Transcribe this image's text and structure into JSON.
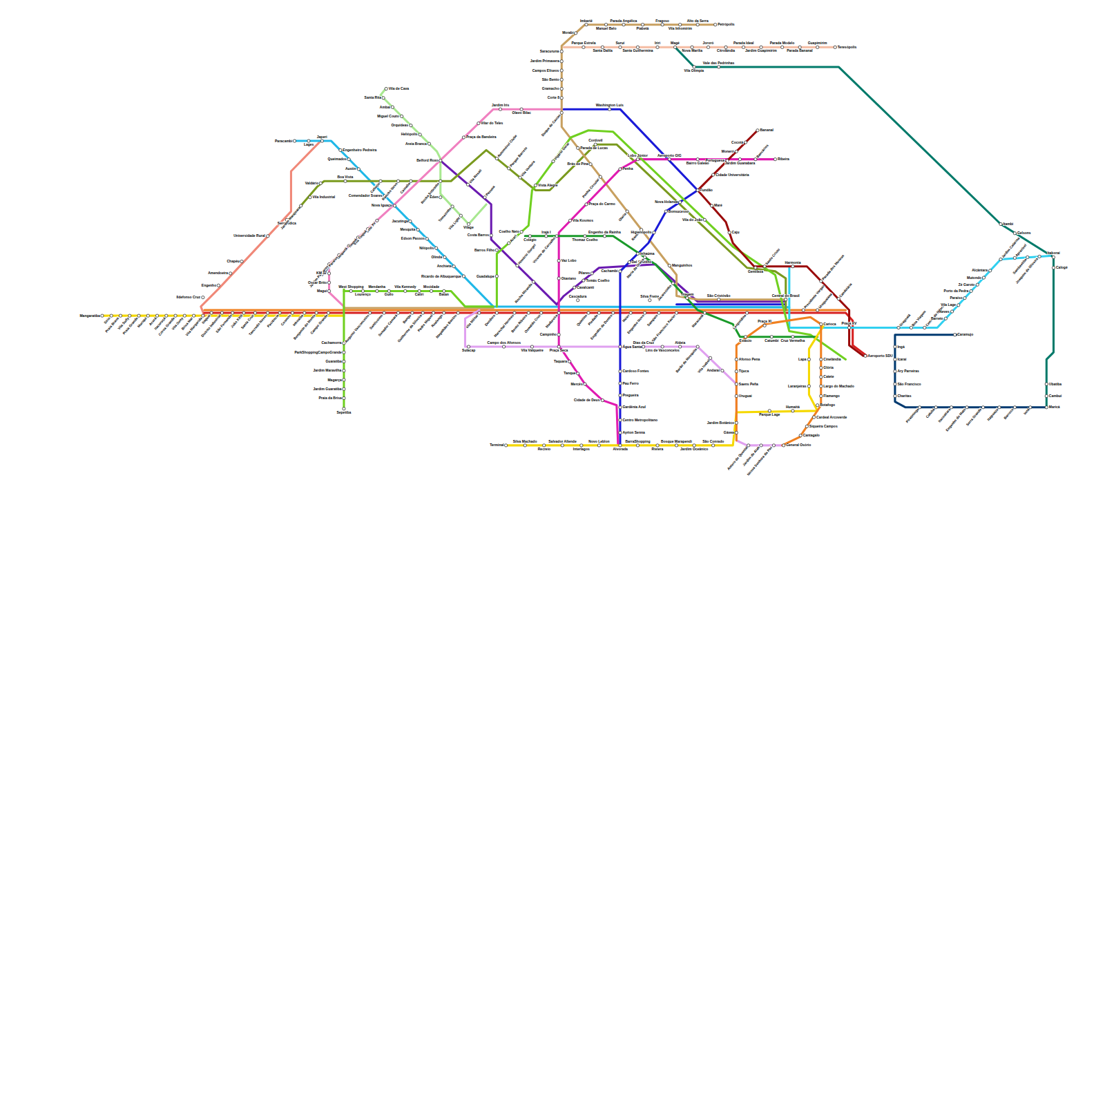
{
  "diagram": {
    "labels": [
      "Mangaratiba",
      "Sirio",
      "Praia Brava",
      "Vila Sully",
      "Praia Grande",
      "Muriqui",
      "Acurá",
      "Itacuruçá",
      "Coroa Grande",
      "Vila Geny",
      "Brisa Mar",
      "Vila Margarida",
      "Itaguaí",
      "Distrito Industrial",
      "São Fernando",
      "João XXIII",
      "Santa Cruz",
      "Tancredo Neves",
      "Paciência",
      "Cosmos",
      "Inhoaíba",
      "Benjamin do Monte",
      "Campo Grande",
      "Augusto Vasconcelos",
      "Santíssimo",
      "Senador Camará",
      "Bangu",
      "Guilherme da Silveira",
      "Padre Miguel",
      "Realengo",
      "Magalhães Bastos",
      "Vila Militar",
      "Deodoro",
      "Marechal Hermes",
      "Bento Ribeiro",
      "Oswaldo Cruz",
      "Madureira",
      "Quintino",
      "Piedade",
      "Engenho de Dentro",
      "Méier",
      "Engenho Novo",
      "Sampaio",
      "São Francisco Xavier",
      "Maracanã",
      "Leopoldina",
      "Cascadura",
      "Silva Freire",
      "Ildefonso Cruz",
      "Engenho",
      "Amendoeira",
      "Chapéu",
      "Universidade Rural",
      "Seropédica",
      "Paracambi",
      "Lages",
      "Japeri",
      "Engenheiro Pedreira",
      "Queimados",
      "Austin",
      "Comendador Soares",
      "Nova Iguaçu",
      "Jacutinga",
      "Mesquita",
      "Edson Passos",
      "Nilópolis",
      "Olinda",
      "Anchieta",
      "Ricardo de Albuquerque",
      "Jardim Marajoara",
      "Vila Industrial",
      "Valdário",
      "Boa Vista",
      "Cabuçu",
      "Rancho Novo",
      "Caioaba",
      "Belford Roxo",
      "Rocha Sobrinho",
      "Automóvel Clube",
      "Parque Barreto",
      "Vila Ventura",
      "Cordovil",
      "Vila de Cava",
      "Santa Rita",
      "Ambaí",
      "Miguel Couto",
      "Orquídeas",
      "Heliópolis",
      "Areia Branca",
      "Éden",
      "Tomazinho",
      "Vila Light",
      "Vilage",
      "Vila Rosali",
      "Pavuna",
      "Costa Barros",
      "Barros Filho",
      "Guadalupe",
      "Honório Gurgel",
      "Rocha Miranda",
      "Jardim Iris",
      "Olavo Bilac",
      "Vilar do Teles",
      "Praça da Bandeira",
      "Lote XV",
      "Vila Tinguá",
      "Tinguá",
      "Moquetá",
      "Jardim Paraíso",
      "Jardim Palmares",
      "KM 32",
      "Oscar Brito",
      "Maguí",
      "West Shopping",
      "Lourenço",
      "Mendanha",
      "Guilo",
      "Vila Kennedy",
      "Catiri",
      "Mocidade",
      "Batan",
      "Cachamorra",
      "ParkShoppingCampoGrande",
      "Guaratiba",
      "Jardim Maravilha",
      "Magarça",
      "Jardim Guaratiba",
      "Praia da Brisa",
      "Sepetiba",
      "Petrópolis",
      "Alto da Serra",
      "Vila Inhomirim",
      "Fragoso",
      "Piabetá",
      "Parada Angélica",
      "Manuel Belo",
      "Imbariê",
      "Morabi",
      "Saracuruna",
      "Jardim Primavera",
      "Campos Elíseos",
      "São Bento",
      "Gramacho",
      "Corte 8",
      "Duque de Caxias",
      "Parada de Lucas",
      "Brás de Pina",
      "Penha Circular",
      "Olaria",
      "Ramos",
      "Manguinhos",
      "Triagem",
      "Parque Estrela",
      "Santa Dalila",
      "Suruí",
      "Santa Guilhermina",
      "Iriri",
      "Magé",
      "Nova Marília",
      "Jororó",
      "Citrolândia",
      "Parada Ideal",
      "Jardim Guapimirim",
      "Parada Modelo",
      "Parada Bananal",
      "Guapimirim",
      "Teresópolis",
      "Vila Olímpia",
      "Vale das Pedrinhas",
      "Itambi",
      "Gelsons",
      "Itaboraí",
      "Calogé",
      "Ubatiba",
      "Cambuí",
      "Maricá",
      "Ingá",
      "Icaraí",
      "Ary Parreiras",
      "São Francisco",
      "Charitas",
      "Piratininga",
      "Cafubá",
      "Itacoatiara",
      "Engenho do Mato",
      "Serra Grande",
      "Itaipuaçu",
      "Barroco",
      "Inoã",
      "Caramujo",
      "Gragoatá",
      "Boa Viagem",
      "Centro de Niterói",
      "Barreto",
      "Neves",
      "Vila Lage",
      "Paraíso",
      "Porto da Pedra",
      "Zé Garoto",
      "Mutondo",
      "Alcântara",
      "Jardim Catarina",
      "Aprazível",
      "Sambaetiba",
      "Joaquim de Oliveira",
      "Washington Luís",
      "Lobo Júnior",
      "Penha",
      "Fundão",
      "Nova Holanda",
      "Bonsucesso",
      "Higienópolis",
      "Inhaúma",
      "Del Castilho",
      "Cachambi",
      "Água Santa",
      "Cardoso Fontes",
      "Pau Ferro",
      "Pregueira",
      "Gardênia Azul",
      "Centro Metropolitano",
      "Ayrton Senna",
      "Alvorada",
      "Ribeira",
      "Bancários",
      "Jardim Guanabara",
      "Bairro Galeão",
      "Aeroporto GIG",
      "Praça do Carmo",
      "Vila Kosmos",
      "Vaz Lobo",
      "Otaviano",
      "Campinho",
      "Praça Seca",
      "Taquara",
      "Tanque",
      "Mercês",
      "Cidade de Deus",
      "Acari",
      "Coelho Neto",
      "Vigário Geral",
      "Vista Alegre",
      "Colégio",
      "Irajá I",
      "Vicente de Carvalho",
      "Thomaz Coelho",
      "Engenho da Rainha",
      "Maria da Graça",
      "Jacarezinho",
      "Pilares",
      "Tomás Coelho",
      "Cavalcanti",
      "Sulacap",
      "Campo dos Afonsos",
      "Vila Valqueire",
      "Dias da Cruz",
      "Lins de Vasconcelos",
      "Aldeia",
      "Barão de Mesquita",
      "Vila Isabel",
      "Andaraí",
      "Uruguai",
      "Jardim Botânico",
      "Gávea",
      "Antero de Quental",
      "Jardim de Alah",
      "Nossa Senhora da Paz",
      "General Osório",
      "Terminal",
      "Silva Machado",
      "Recreio",
      "Salvador Allende",
      "Interlagos",
      "Novo Leblon",
      "BarraShopping",
      "Riviera",
      "Bosque Marapendi",
      "Jardim Oceânico",
      "São Conrado",
      "Parque Lage",
      "Humaitá",
      "Botafogo",
      "Laranjeiras",
      "Lapa",
      "Estácio",
      "Afonso Pena",
      "Tijuca",
      "Saens Peña",
      "Praça XI",
      "Catumbi",
      "Cruz Vermelha",
      "Cinelândia",
      "Glória",
      "Catete",
      "Largo do Machado",
      "Flamengo",
      "Cardeal Arcoverde",
      "Siqueira Campos",
      "Cantagalo",
      "Bananal",
      "Cocotá",
      "Moneró",
      "Portuguesa",
      "Cidade Universitária",
      "Maré",
      "Caju",
      "Vila do João",
      "Santo Cristo",
      "Gentileza",
      "Harmonia",
      "Parada dos Museus",
      "Candelária",
      "Praça XV",
      "Aeroporto SDU",
      "São Cristóvão",
      "Central do Brasil",
      "Presidente Vargas",
      "Uruguaiana",
      "Carioca"
    ]
  }
}
